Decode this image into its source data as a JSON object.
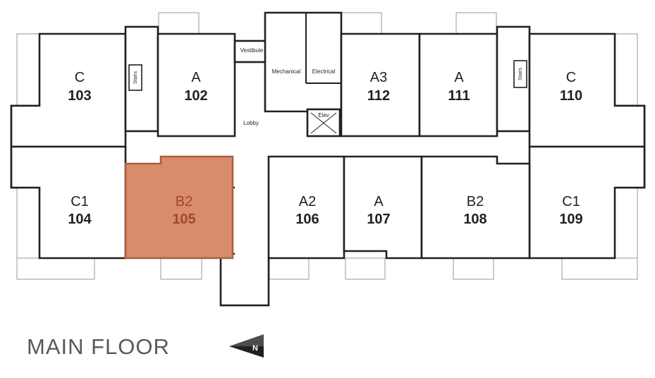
{
  "floor_title": "MAIN FLOOR",
  "north_label": "N",
  "colors": {
    "selected_fill": "#d98c6c",
    "selected_text": "#9c4a2c",
    "wall": "#231f20"
  },
  "units": [
    {
      "type": "C",
      "number": "103",
      "selected": false
    },
    {
      "type": "A",
      "number": "102",
      "selected": false
    },
    {
      "type": "A3",
      "number": "112",
      "selected": false
    },
    {
      "type": "A",
      "number": "111",
      "selected": false
    },
    {
      "type": "C",
      "number": "110",
      "selected": false
    },
    {
      "type": "C1",
      "number": "104",
      "selected": false
    },
    {
      "type": "B2",
      "number": "105",
      "selected": true
    },
    {
      "type": "A2",
      "number": "106",
      "selected": false
    },
    {
      "type": "A",
      "number": "107",
      "selected": false
    },
    {
      "type": "B2",
      "number": "108",
      "selected": false
    },
    {
      "type": "C1",
      "number": "109",
      "selected": false
    }
  ],
  "rooms": {
    "vestibule": "Vestibule",
    "mechanical": "Mechanical",
    "electrical": "Electrical",
    "lobby": "Lobby",
    "elevator": "Elev",
    "stairs_left": "Stairs",
    "stairs_right": "Stairs"
  }
}
